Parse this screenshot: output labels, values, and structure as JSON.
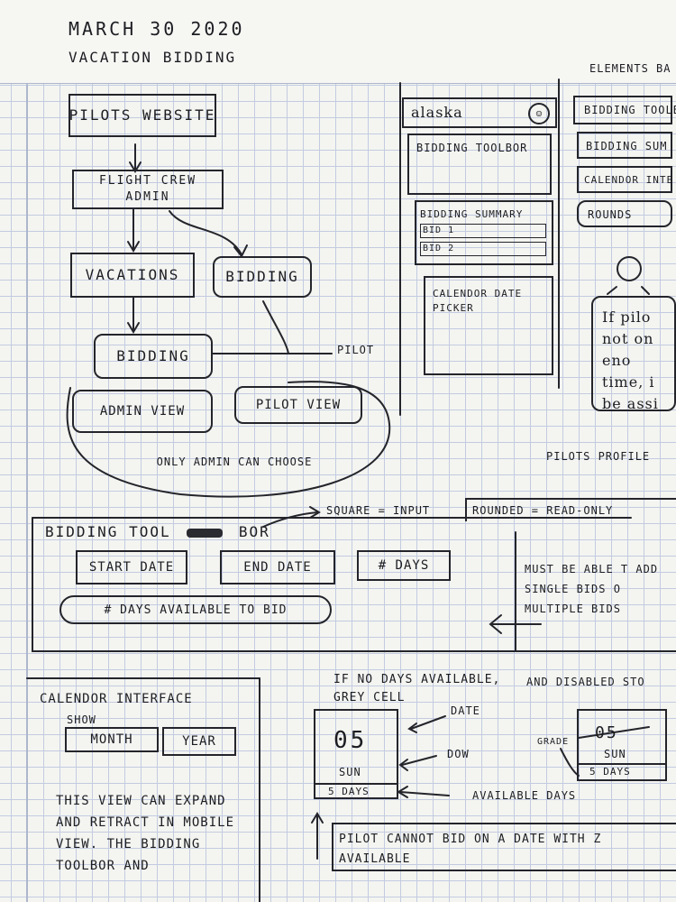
{
  "header": {
    "date": "MARCH 30 2020",
    "title": "VACATION BIDDING",
    "top_right": "ELEMENTS BA"
  },
  "flow": {
    "pilots_website": "PILOTS WEBSITE",
    "flight_crew_admin": "FLIGHT CREW ADMIN",
    "vacations": "VACATIONS",
    "bidding_right": "BIDDING",
    "bidding_center": "BIDDING",
    "pilot_label": "PILOT",
    "admin_view": "ADMIN VIEW",
    "pilot_view": "PILOT VIEW",
    "only_admin_note": "ONLY ADMIN CAN CHOOSE"
  },
  "mock_a": {
    "airline": "alaska",
    "toolbar": "BIDDING TOOLBOR",
    "summary": "BIDDING SUMMARY",
    "bid1": "BID 1",
    "bid2": "BID 2",
    "calendar": "CALENDOR DATE PICKER"
  },
  "mock_b": {
    "items": [
      "BIDDING TOOLB",
      "BIDDING SUM",
      "CALENDOR INTE",
      "ROUNDS"
    ],
    "note": "If pilo not on eno time, i be assi"
  },
  "pilots_profile": "PILOTS PROFILE",
  "legend": {
    "square": "SQUARE = INPUT",
    "rounded": "ROUNDED = READ-ONLY"
  },
  "toolbar_section": {
    "title_a": "BIDDING TOOL",
    "title_b": "BOR",
    "start_date": "START DATE",
    "end_date": "END DATE",
    "num_days": "# DAYS",
    "days_available": "# DAYS AVAILABLE TO BID",
    "note": "MUST BE ABLE T ADD SINGLE BIDS O MULTIPLE BIDS"
  },
  "calendar_section": {
    "title": "CALENDOR INTERFACE",
    "show": "SHOW",
    "month": "MONTH",
    "year": "YEAR",
    "note": "THIS VIEW CAN EXPAND AND RETRACT IN MOBILE VIEW. THE BIDDING TOOLBOR AND"
  },
  "day_cell": {
    "header_note": "IF NO DAYS AVAILABLE, GREY CELL",
    "disabled_note": "AND DISABLED STO",
    "date": "05",
    "dow": "SUN",
    "days": "5 DAYS",
    "label_date": "DATE",
    "label_dow": "DOW",
    "label_avail": "AVAILABLE DAYS",
    "grade_label": "GRADE",
    "disabled_date": "05",
    "disabled_dow": "SUN",
    "disabled_days": "5 DAYS",
    "pilot_note": "PILOT CANNOT BID ON A DATE WITH Z AVAILABLE"
  }
}
